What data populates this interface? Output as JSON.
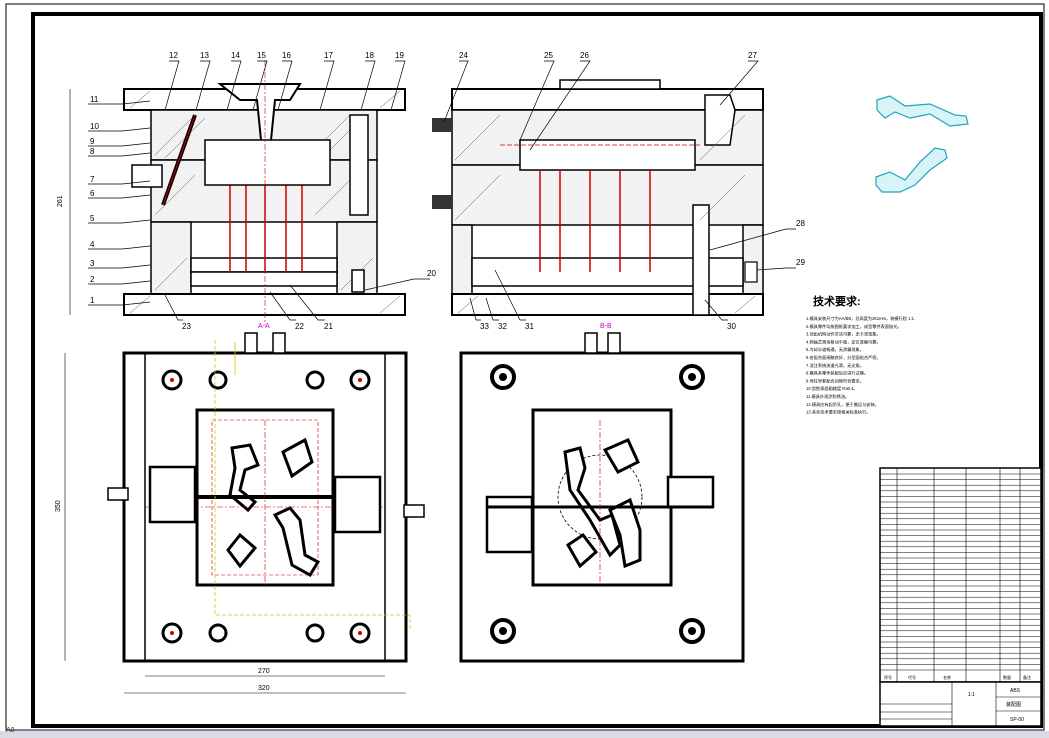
{
  "drawing": {
    "corner_label": "A0",
    "part_numbers": [
      "1",
      "2",
      "3",
      "4",
      "5",
      "6",
      "7",
      "8",
      "9",
      "10",
      "11",
      "12",
      "13",
      "14",
      "15",
      "16",
      "17",
      "18",
      "19",
      "20",
      "21",
      "22",
      "23",
      "24",
      "25",
      "26",
      "27",
      "28",
      "29",
      "30",
      "31",
      "32",
      "33"
    ],
    "dimension_height": "261",
    "dimension_plan_height": "350",
    "dimension_inner_width": "270",
    "dimension_outer_width": "320",
    "section_mark_a": "A-A",
    "section_mark_b": "B-B",
    "tech_title": "技术要求:",
    "tech_notes": [
      "1.模具安装尺寸为AA/BB，总高度为261mm，装模行程 1:1.",
      "2.模具零件均按图纸要求加工，成型零件表面抛光。",
      "3.顶出机构动作灵活可靠，无卡滞现象。",
      "4.侧抽芯滑块移动平稳，定位准确可靠。",
      "5.冷却水道畅通，无渗漏现象。",
      "6.各配合面接触良好，分型面贴合严密。",
      "7.浇注系统流道光滑，无尖角。",
      "8.模具各零件装配后应进行试模。",
      "9.导柱导套配合间隙符合要求。",
      "10.型腔表面粗糙度 Ra0.4。",
      "11.模具外观涂防锈油。",
      "12.模具应有起吊孔，便于搬运与安装。",
      "13.其余技术要求按相关标准执行。"
    ],
    "title_block": {
      "material": "ABS",
      "drawing_name": "装配图",
      "scale": "1:1",
      "sheet": "SP-00",
      "col_seq": "序号",
      "col_code": "代号",
      "col_name": "名称",
      "col_qty": "数量",
      "col_note": "备注"
    }
  }
}
